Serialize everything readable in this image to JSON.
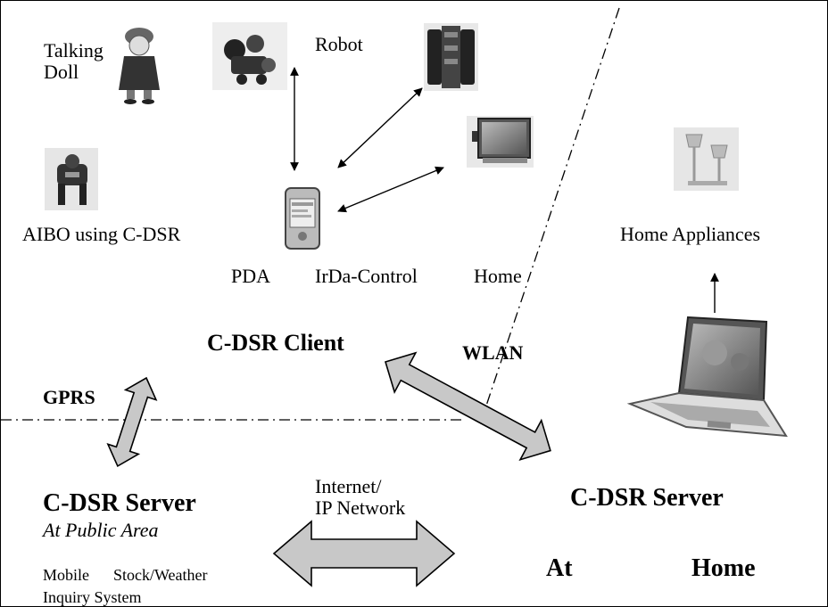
{
  "labels": {
    "talking_doll": "Talking\nDoll",
    "robot": "Robot",
    "aibo": "AIBO using C-DSR",
    "home_appliances": "Home Appliances",
    "pda": "PDA",
    "irda": "IrDa-Control",
    "home_small": "Home",
    "client": "C-DSR Client",
    "wlan": "WLAN",
    "gprs": "GPRS",
    "server_public": "C-DSR Server",
    "public_area": "At Public Area",
    "internet": "Internet/\nIP Network",
    "server_home": "C-DSR Server",
    "mobile": "Mobile",
    "stock_weather": "Stock/Weather",
    "inquiry": "Inquiry System",
    "at": "At",
    "home_big": "Home"
  },
  "colors": {
    "arrow_fill": "#c8c8c8",
    "arrow_stroke": "#000000",
    "line": "#000000"
  },
  "icons": [
    "talking-doll-icon",
    "robot-icon",
    "aibo-icon",
    "audio-system-icon",
    "tv-icon",
    "lamp-icon",
    "pda-icon",
    "laptop-icon"
  ]
}
